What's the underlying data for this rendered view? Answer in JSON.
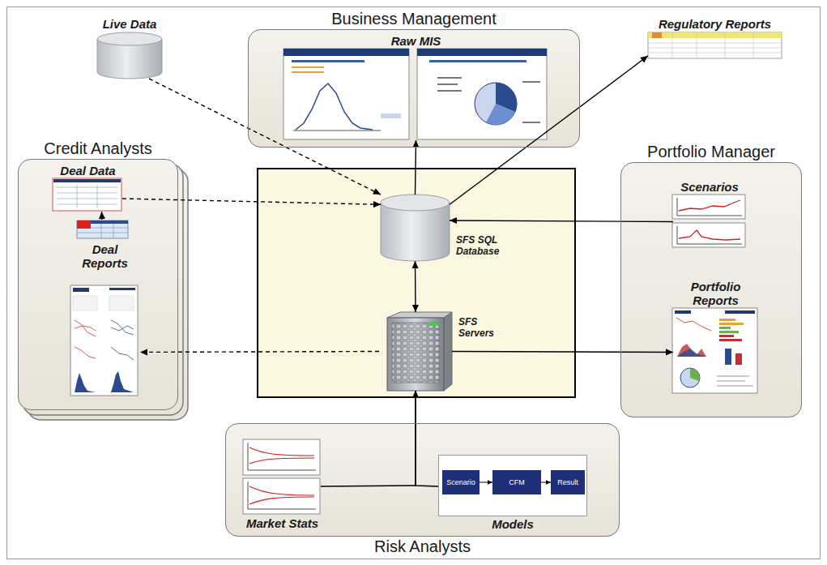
{
  "diagram": {
    "nodes": [
      {
        "text": [
          "Live Data"
        ]
      },
      {
        "text": [
          "Business Management"
        ]
      },
      {
        "text": [
          "Raw MIS"
        ],
        "in": 1
      },
      {
        "text": [
          "Regulatory Reports"
        ]
      },
      {
        "text": [
          "Credit Analysts"
        ]
      },
      {
        "text": [
          "Deal Data"
        ],
        "in": 4
      },
      {
        "text": [
          "Deal Reports"
        ],
        "in": 4
      },
      {
        "text": [
          "SFS SQL Database"
        ]
      },
      {
        "text": [
          "SFS Servers"
        ]
      },
      {
        "text": [
          "Portfolio Manager"
        ]
      },
      {
        "text": [
          "Scenarios"
        ],
        "in": 9
      },
      {
        "text": [
          "Portfolio Reports"
        ],
        "in": 9
      },
      {
        "text": [
          "Risk Analysts"
        ]
      },
      {
        "text": [
          "Market Stats"
        ],
        "in": 12
      },
      {
        "text": [
          "Models"
        ],
        "in": 12
      },
      {
        "text": [
          "Scenario"
        ],
        "in": 14
      },
      {
        "text": [
          "CFM"
        ],
        "in": 14
      },
      {
        "text": [
          "Result"
        ],
        "in": 14
      }
    ],
    "edges": [
      {
        "from": 0,
        "to": 7,
        "arrow": "to"
      },
      {
        "from": 7,
        "to": 2,
        "arrow": "to"
      },
      {
        "from": 7,
        "to": 3,
        "arrow": "to"
      },
      {
        "from": 5,
        "to": 7,
        "arrow": "to"
      },
      {
        "from": 6,
        "to": 5,
        "arrow": "to"
      },
      {
        "from": 10,
        "to": 7,
        "arrow": "to"
      },
      {
        "from": 7,
        "to": 8,
        "arrow": "both"
      },
      {
        "from": 8,
        "to": 6,
        "arrow": "to"
      },
      {
        "from": 8,
        "to": 11,
        "arrow": "to"
      },
      {
        "from": 13,
        "to": 8,
        "arrow": "to"
      },
      {
        "from": 14,
        "to": 8,
        "arrow": "to"
      },
      {
        "from": 15,
        "to": 16,
        "arrow": "to"
      },
      {
        "from": 16,
        "to": 17,
        "arrow": "to"
      }
    ]
  }
}
